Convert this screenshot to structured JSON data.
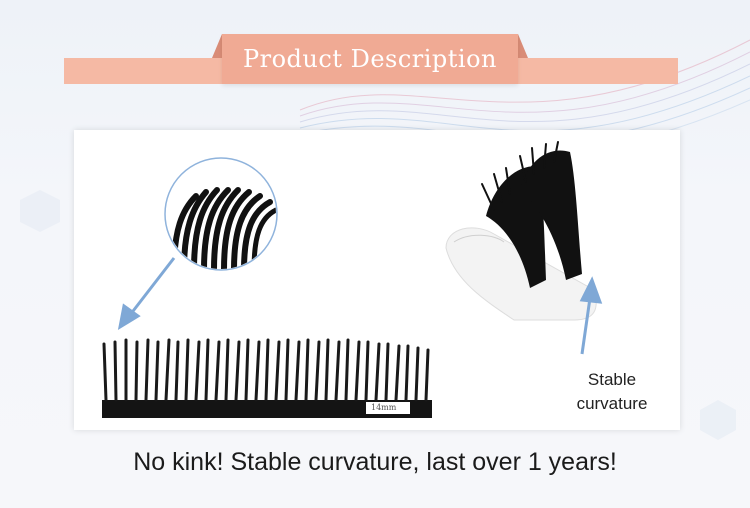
{
  "header": {
    "title": "Product Description"
  },
  "panel": {
    "stable_label_line1": "Stable",
    "stable_label_line2": "curvature",
    "length_label": "14mm"
  },
  "caption": "No kink! Stable curvature, last over 1 years!",
  "colors": {
    "header_tab": "#f0aa94",
    "header_band": "#f5b9a4",
    "arrow": "#7fa8d6",
    "lash": "#111111"
  }
}
